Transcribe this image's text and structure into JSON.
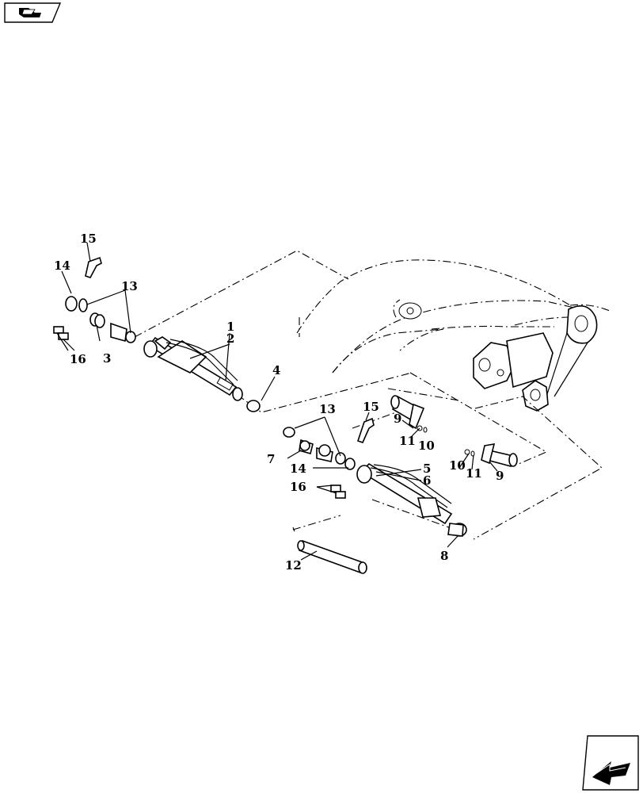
{
  "callouts": {
    "c1": "1",
    "c2": "2",
    "c3": "3",
    "c4": "4",
    "c5": "5",
    "c6": "6",
    "c7": "7",
    "c8": "8",
    "c9a": "9",
    "c9b": "9",
    "c10a": "10",
    "c10b": "10",
    "c11a": "11",
    "c11b": "11",
    "c12": "12",
    "c13a": "13",
    "c13b": "13",
    "c14a": "14",
    "c14b": "14",
    "c15a": "15",
    "c15b": "15",
    "c16a": "16",
    "c16b": "16"
  },
  "icons": {
    "top_left": "book-hand-icon",
    "bottom_right": "next-page-arrow-icon"
  }
}
